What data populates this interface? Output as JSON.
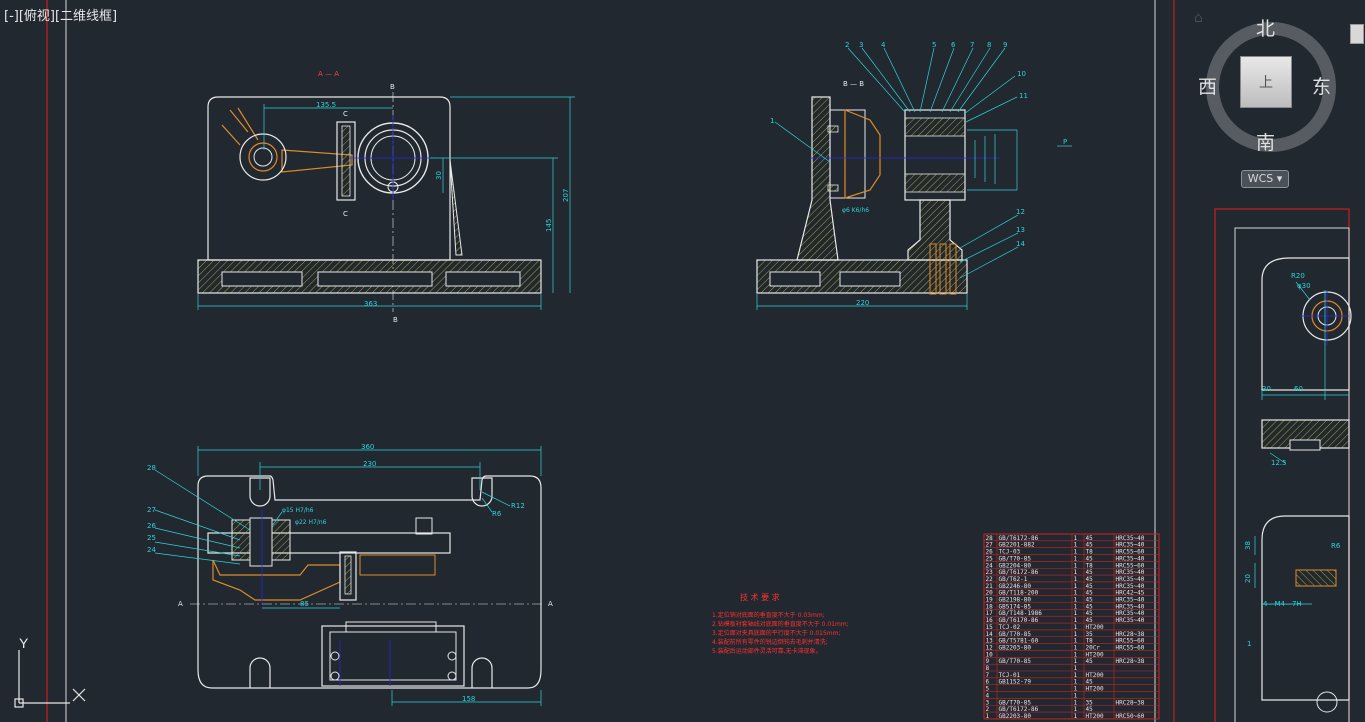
{
  "viewport": {
    "label": "[-][俯视][二维线框]"
  },
  "viewcube": {
    "north": "北",
    "south": "南",
    "west": "西",
    "east": "东",
    "face": "上",
    "wcs": "WCS"
  },
  "colors": {
    "background": "#212830",
    "border_red": "#c81e1e",
    "part_white": "#e8e8e8",
    "dimension_cyan": "#2fd3d8",
    "hatch_yellow": "#c8c832",
    "center_blue": "#2a2ad8",
    "accent_orange": "#e08a28",
    "text_red": "#ff3030"
  },
  "view_labels": {
    "section_aa": "A — A",
    "section_bb": "B — B",
    "b_top": "B",
    "b_bottom": "B",
    "c_top": "C",
    "c_bottom": "C",
    "a_left": "A",
    "a_right": "A",
    "p_mark": "P"
  },
  "front_view": {
    "dim_width": "363",
    "dim_h1": "207",
    "dim_h2": "145",
    "dim_top": "135.5",
    "dim_small": "30"
  },
  "side_view": {
    "dim_width": "220",
    "fit_label": "φ6 K6/h6",
    "part_numbers": [
      "1",
      "2",
      "3",
      "4",
      "5",
      "6",
      "7",
      "8",
      "9",
      "10",
      "11",
      "12",
      "13",
      "14"
    ]
  },
  "plan_view": {
    "dim_360": "360",
    "dim_230": "230",
    "dim_85": "85",
    "dim_158": "158",
    "r12": "R12",
    "r6": "R6",
    "fit_a": "φ15 H7/h6",
    "fit_b": "φ22 H7/n6",
    "part_numbers": [
      "24",
      "25",
      "26",
      "27",
      "28"
    ]
  },
  "tech_req": {
    "title": "技 术 要 求",
    "items": [
      "1.定位销对底面的垂直度不大于 0.03mm;",
      "2.钻模板衬套轴线对底面的垂直度不大于 0.01mm;",
      "3.定位面对夹具底面的平行度不大于 0.015mm;",
      "4.装配前所有零件的锐边倒钝去毛刺并清洗;",
      "5.装配后运动部件灵活可靠,无卡滞现象。"
    ]
  },
  "bom": {
    "rows": [
      [
        "28",
        "GB/T6172-86",
        "1",
        "45",
        "HRC35~40"
      ],
      [
        "27",
        "GB2201-882",
        "1",
        "45",
        "HRC35~40"
      ],
      [
        "26",
        "TCJ-03",
        "1",
        "T8",
        "HRC55~60"
      ],
      [
        "25",
        "GB/T70-85",
        "1",
        "45",
        "HRC35~40"
      ],
      [
        "24",
        "GB2204-80",
        "1",
        "T8",
        "HRC55~60"
      ],
      [
        "23",
        "GB/T6172-86",
        "1",
        "45",
        "HRC35~40"
      ],
      [
        "22",
        "GB/T62-1",
        "1",
        "45",
        "HRC35~40"
      ],
      [
        "21",
        "GB2246-80",
        "1",
        "45",
        "HRC35~40"
      ],
      [
        "20",
        "GB/T118-200",
        "1",
        "45",
        "HRC42~45"
      ],
      [
        "19",
        "GB2198-80",
        "1",
        "45",
        "HRC35~40"
      ],
      [
        "18",
        "GB5174-85",
        "1",
        "45",
        "HRC35~40"
      ],
      [
        "17",
        "GB/T148-1986",
        "1",
        "45",
        "HRC35~40"
      ],
      [
        "16",
        "GB/T6170-86",
        "1",
        "45",
        "HRC35~40"
      ],
      [
        "15",
        "TCJ-02",
        "1",
        "HT200",
        ""
      ],
      [
        "14",
        "GB/T70-85",
        "1",
        "35",
        "HRC28~38"
      ],
      [
        "13",
        "GB/T5781-60",
        "1",
        "T8",
        "HRC55~60"
      ],
      [
        "12",
        "GB2203-80",
        "1",
        "20Cr",
        "HRC55~60"
      ],
      [
        "10",
        "",
        "1",
        "HT200",
        ""
      ],
      [
        "9",
        "GB/T70-85",
        "1",
        "45",
        "HRC28~38"
      ],
      [
        "8",
        "",
        "1",
        "",
        ""
      ],
      [
        "7",
        "TCJ-01",
        "1",
        "HT200",
        ""
      ],
      [
        "6",
        "GB1152-79",
        "1",
        "45",
        ""
      ],
      [
        "5",
        "",
        "1",
        "HT200",
        ""
      ],
      [
        "4",
        "",
        "1",
        "",
        ""
      ],
      [
        "3",
        "GB/T70-85",
        "1",
        "35",
        "HRC28~38"
      ],
      [
        "2",
        "GB/T6172-86",
        "1",
        "45",
        ""
      ],
      [
        "1",
        "GB2203-80",
        "1",
        "HT200",
        "HRC50~60"
      ]
    ]
  },
  "detail_view": {
    "r20": "R20",
    "phi30": "φ30",
    "d30": "30",
    "d60": "60",
    "d12": "12.5",
    "d38": "38",
    "d20": "20",
    "thread": "4—M4—7H",
    "r6": "R6",
    "part_1": "1"
  },
  "ucs": {
    "y": "Y"
  }
}
